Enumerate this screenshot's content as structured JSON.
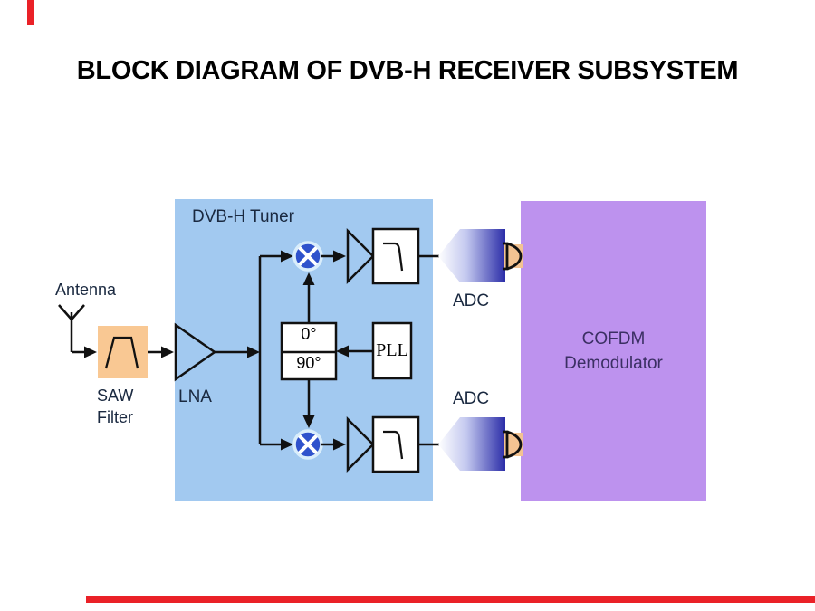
{
  "title": "BLOCK DIAGRAM OF DVB-H RECEIVER SUBSYSTEM",
  "labels": {
    "antenna": "Antenna",
    "saw_line1": "SAW",
    "saw_line2": "Filter",
    "lna": "LNA",
    "tuner": "DVB-H Tuner",
    "phase_0": "0°",
    "phase_90": "90°",
    "pll": "PLL",
    "adc_top": "ADC",
    "adc_bottom": "ADC",
    "demod_line1": "COFDM",
    "demod_line2": "Demodulator"
  },
  "colors": {
    "tuner_fill": "#a2c9f0",
    "demod_fill": "#bd92ee",
    "saw_fill": "#f9c893",
    "connector_fill": "#f3c392",
    "mixer_fill": "#2f52cc",
    "mixer_ring": "#d9edfb",
    "adc_grad_light": "#ffffff",
    "adc_grad_mid": "#c3c8ef",
    "adc_grad_dark": "#2b2da8",
    "line_color": "#111111",
    "label_color": "#1a2940",
    "demod_text": "#3b2f63",
    "accent_red": "#ea2127"
  }
}
